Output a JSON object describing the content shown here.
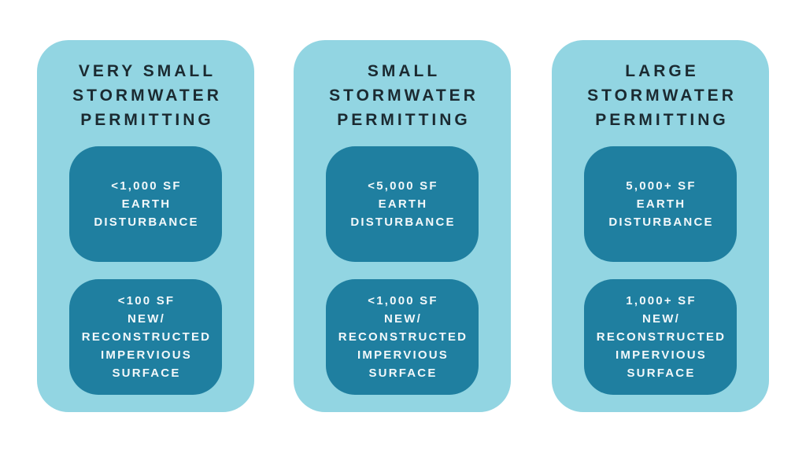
{
  "colors": {
    "page_bg": "#ffffff",
    "card_bg": "#92d5e2",
    "box_bg": "#1f7fa0",
    "title_text": "#1b2a31",
    "box_text": "#f2f8fa"
  },
  "cards": [
    {
      "title": "VERY SMALL\nSTORMWATER\nPERMITTING",
      "earth_disturbance": "<1,000 SF\nEARTH\nDISTURBANCE",
      "impervious_surface": "<100 SF\nNEW/\nRECONSTRUCTED\nIMPERVIOUS\nSURFACE"
    },
    {
      "title": "SMALL\nSTORMWATER\nPERMITTING",
      "earth_disturbance": "<5,000 SF\nEARTH\nDISTURBANCE",
      "impervious_surface": "<1,000 SF\nNEW/\nRECONSTRUCTED\nIMPERVIOUS\nSURFACE"
    },
    {
      "title": "LARGE\nSTORMWATER\nPERMITTING",
      "earth_disturbance": "5,000+ SF\nEARTH\nDISTURBANCE",
      "impervious_surface": "1,000+ SF\nNEW/\nRECONSTRUCTED\nIMPERVIOUS\nSURFACE"
    }
  ]
}
